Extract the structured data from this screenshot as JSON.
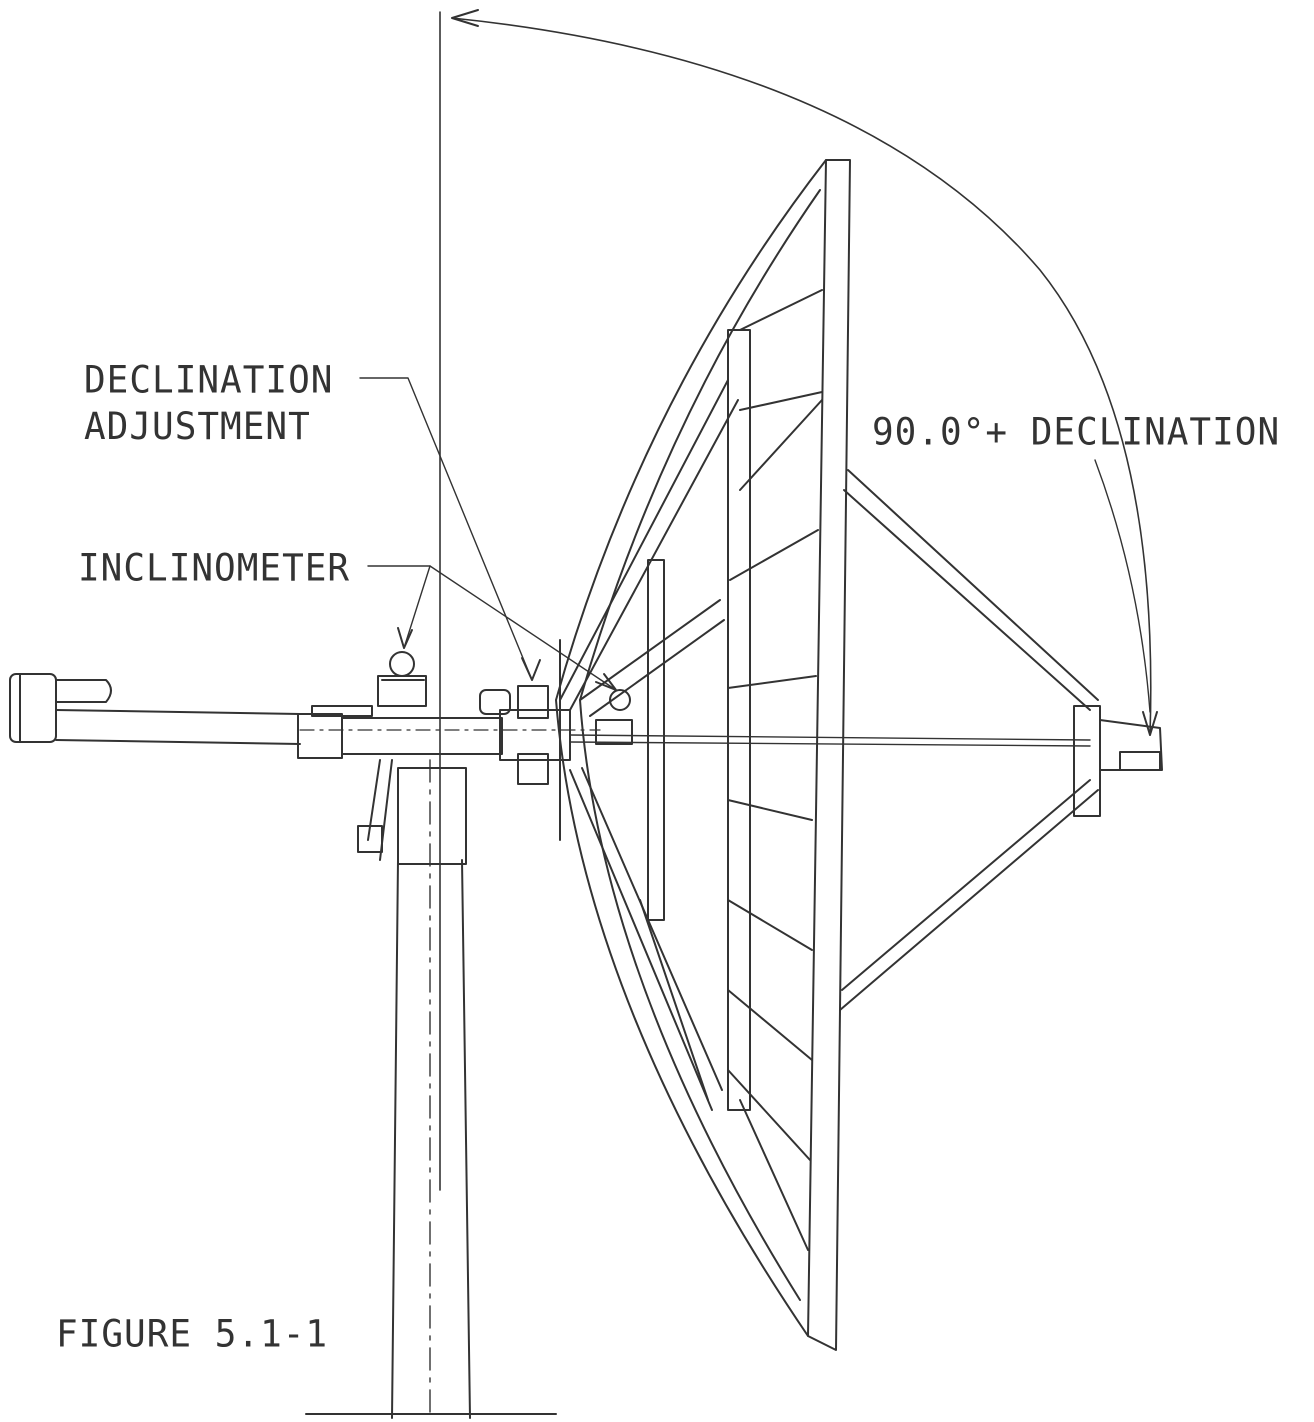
{
  "figure": {
    "caption": "FIGURE 5.1-1"
  },
  "labels": {
    "declination_adjustment": [
      "DECLINATION",
      "ADJUSTMENT"
    ],
    "inclinometer": "INCLINOMETER",
    "angle": "90.0°+ DECLINATION"
  },
  "colors": {
    "ink": "#333333",
    "paper": "#ffffff"
  }
}
